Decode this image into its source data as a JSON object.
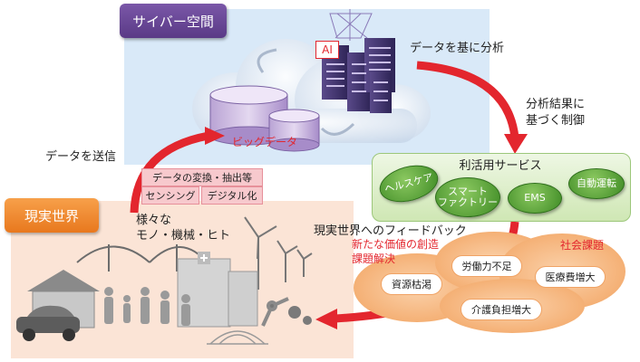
{
  "cyber": {
    "title": "サイバー空間"
  },
  "real": {
    "title": "現実世界"
  },
  "labels": {
    "analyze": "データを基に分析",
    "control_line1": "分析結果に",
    "control_line2": "基づく制御",
    "send": "データを送信",
    "bigdata": "ビッグデータ",
    "ai": "AI",
    "things_line1": "様々な",
    "things_line2": "モノ・機械・ヒト",
    "feedback": "現実世界へのフィードバック",
    "value_line1": "新たな価値の創造",
    "value_line2": "課題解決"
  },
  "processing": {
    "convert": "データの変換・抽出等",
    "sensing": "センシング",
    "digitize": "デジタル化"
  },
  "services": {
    "title": "利活用サービス",
    "items": {
      "healthcare": "ヘルスケア",
      "smart_factory_line1": "スマート",
      "smart_factory_line2": "ファクトリー",
      "ems": "EMS",
      "auto_drive": "自動運転"
    }
  },
  "social_issues": {
    "title": "社会課題",
    "items": {
      "resource": "資源枯渇",
      "labor": "労働力不足",
      "medical": "医療費増大",
      "care": "介護負担増大"
    }
  },
  "colors": {
    "arrow": "#e3262e",
    "cyber_panel": "#d9e9f8",
    "real_panel": "#fbe4d6",
    "cyber_title": "#6a4a9a",
    "real_title": "#ee8a2e",
    "service": "#4a9a30",
    "issue_cloud": "#f7bc8a"
  }
}
